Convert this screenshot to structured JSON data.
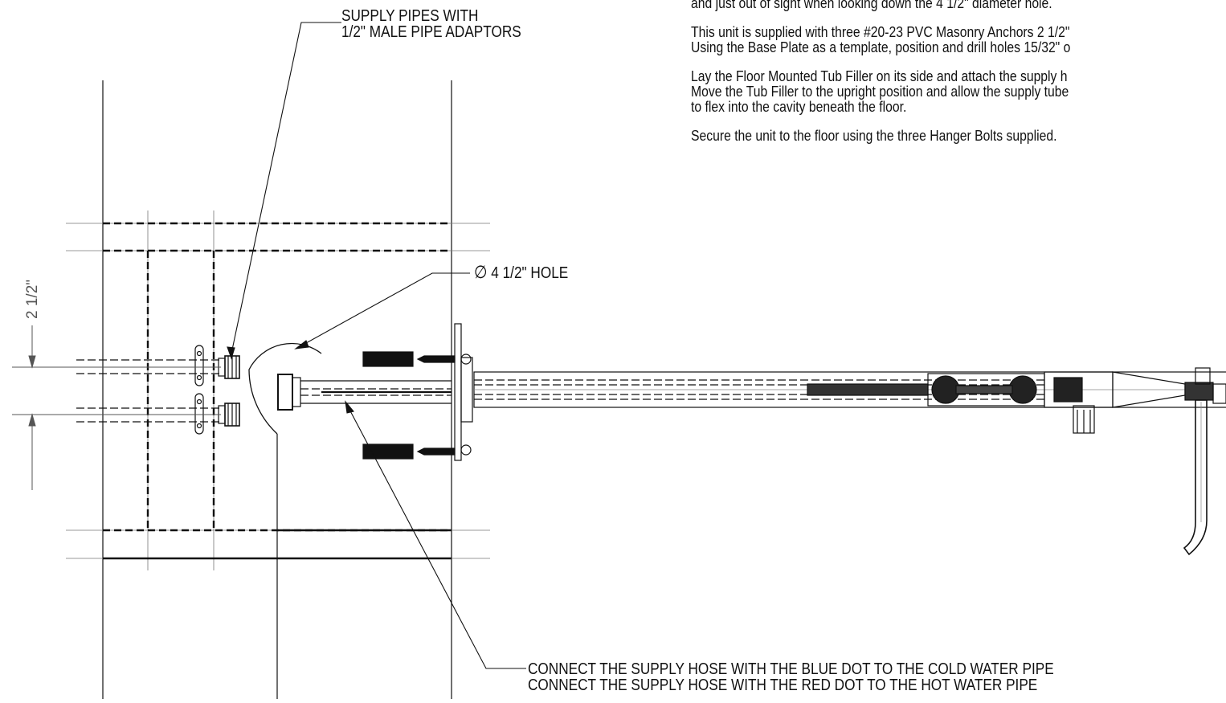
{
  "callouts": {
    "supply_pipes_line1": "SUPPLY PIPES WITH",
    "supply_pipes_line2": "1/2\" MALE PIPE ADAPTORS",
    "hole_symbol": "∅",
    "hole_label": "4 1/2\" HOLE",
    "connect_blue": "CONNECT THE SUPPLY HOSE WITH THE BLUE DOT TO THE COLD WATER PIPE",
    "connect_red": "CONNECT THE SUPPLY HOSE WITH THE RED DOT TO THE HOT WATER PIPE"
  },
  "dimension": {
    "label": "2 1/2\""
  },
  "instructions": [
    [
      "and just out of sight when looking down the 4 1/2\" diameter hole."
    ],
    [
      "This unit is supplied with three #20-23 PVC Masonry Anchors 2 1/2\"",
      "Using the Base Plate as a template, position and drill holes 15/32\" o"
    ],
    [
      "Lay the Floor Mounted Tub Filler on its side and attach the supply h",
      "Move the Tub Filler to the upright position and allow the supply tube",
      "to flex into the cavity beneath the floor."
    ],
    [
      "Secure the unit to the floor using the three Hanger Bolts supplied."
    ]
  ],
  "colors": {
    "line": "#111111",
    "dim_line": "#555555",
    "hidden_line": "#111111"
  }
}
